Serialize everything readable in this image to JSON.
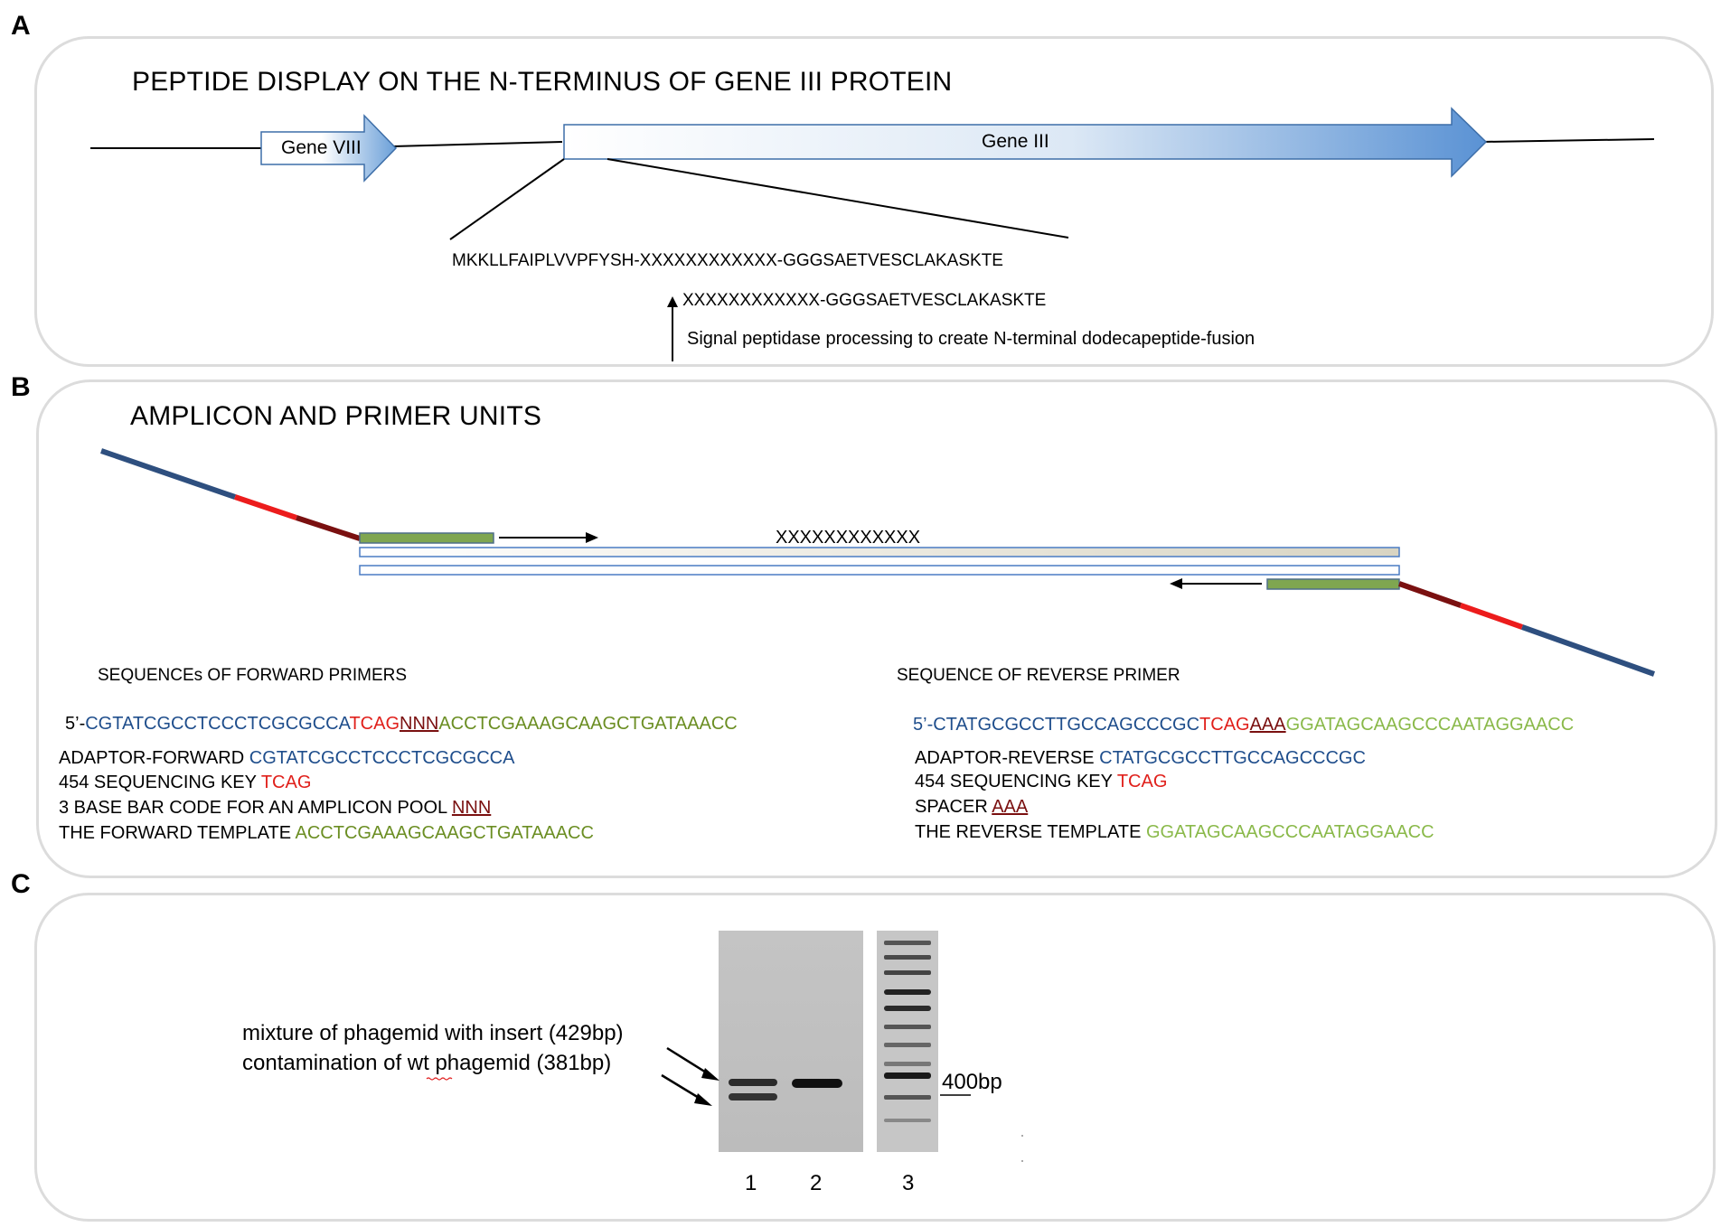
{
  "panels": {
    "a": {
      "letter": "A",
      "title": "PEPTIDE DISPLAY ON THE N-TERMINUS OF GENE III PROTEIN"
    },
    "b": {
      "letter": "B",
      "title": "AMPLICON AND PRIMER UNITS"
    },
    "c": {
      "letter": "C"
    }
  },
  "panel_a": {
    "gene8_label": "Gene VIII",
    "gene3_label": "Gene III",
    "full_sequence": "MKKLLFAIPLVVPFYSH-XXXXXXXXXXXX-GGGSAETVESCLAKASKTE",
    "processed_sequence": "XXXXXXXXXXXX-GGGSAETVESCLAKASKTE",
    "processing_note": "Signal peptidase processing to create N-terminal dodecapeptide-fusion"
  },
  "panel_b": {
    "insert_label": "XXXXXXXXXXXX",
    "forward": {
      "heading": "SEQUENCEs OF FORWARD PRIMERS",
      "prefix": "5’-",
      "adaptor": "CGTATCGCCTCCCTCGCGCCA",
      "key": "TCAG",
      "barcode": "NNN",
      "template": "ACCTCGAAAGCAAGCTGATAAACC",
      "adaptor_label": "ADAPTOR-FORWARD ",
      "key_label": "454 SEQUENCING KEY ",
      "barcode_label": "3 BASE BAR CODE FOR AN AMPLICON POOL ",
      "template_label": "THE FORWARD TEMPLATE "
    },
    "reverse": {
      "heading": "SEQUENCE OF REVERSE PRIMER",
      "prefix": "5’-",
      "adaptor": "CTATGCGCCTTGCCAGCCCGC",
      "key": "TCAG",
      "spacer": "AAA",
      "template": "GGATAGCAAGCCCAATAGGAACC",
      "adaptor_label": "ADAPTOR-REVERSE ",
      "key_label": "454 SEQUENCING KEY ",
      "spacer_label": "SPACER ",
      "template_label": "THE REVERSE TEMPLATE "
    },
    "colors": {
      "adaptor": "#1f4e8c",
      "key": "#e0201b",
      "barcode": "#7a1010",
      "template_fwd": "#6b8e23",
      "template_rev": "#8ab94a",
      "primer_bar": "#7fa650"
    }
  },
  "panel_c": {
    "label_insert": "mixture of phagemid with insert (429bp)",
    "label_wt": "contamination of wt phagemid (381bp)",
    "marker_label": "400bp",
    "lanes": [
      "1",
      "2",
      "3"
    ]
  }
}
